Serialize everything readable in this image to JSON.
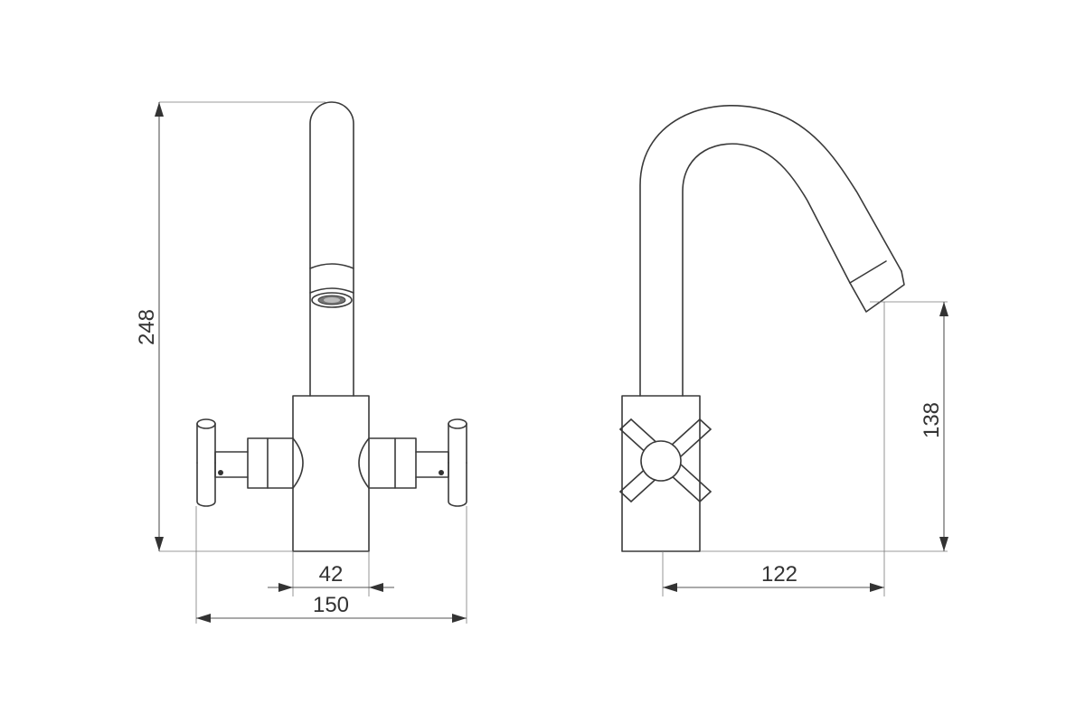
{
  "dimensions": {
    "overall_height": "248",
    "outlet_height": "138",
    "body_width": "42",
    "overall_width": "150",
    "spout_reach": "122"
  }
}
